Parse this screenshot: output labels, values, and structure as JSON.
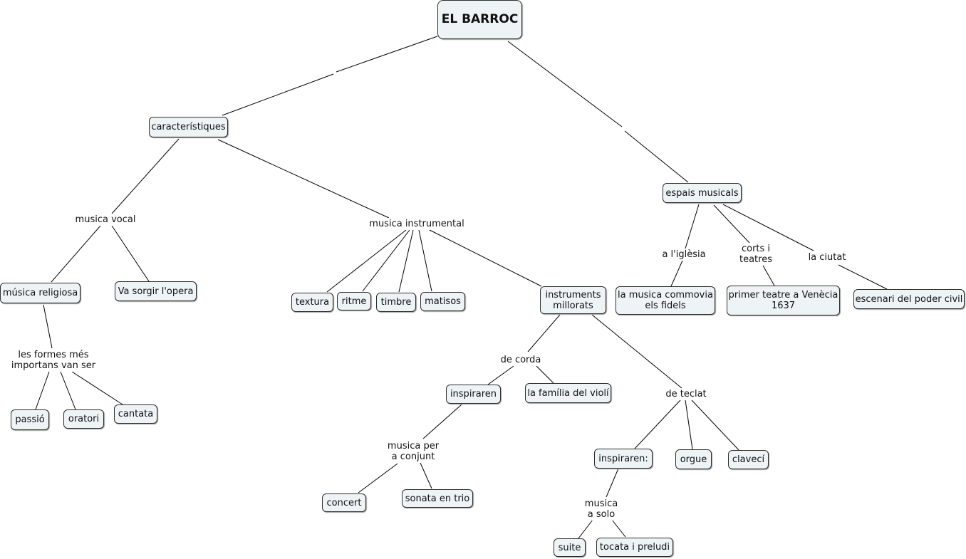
{
  "map": {
    "root": "EL BARROC",
    "caracteristiques": "característiques",
    "espais": "espais musicals",
    "musica_vocal": "musica vocal",
    "musica_instrumental": "musica instrumental",
    "musica_religiosa": "música religiosa",
    "opera": "Va sorgir l'opera",
    "formes": "les formes més\nimportans van ser",
    "passio": "passió",
    "oratori": "oratori",
    "cantata": "cantata",
    "textura": "textura",
    "ritme": "ritme",
    "timbre": "timbre",
    "matisos": "matisos",
    "instruments": "instruments\nmillorats",
    "de_corda": "de corda",
    "inspiraren_1": "inspiraren",
    "familia_violi": "la família del violí",
    "musica_conjunt": "musica per\na conjunt",
    "concert": "concert",
    "sonata": "sonata en trio",
    "de_teclat": "de teclat",
    "inspiraren_2": "inspiraren:",
    "orgue": "orgue",
    "claveci": "clavecí",
    "musica_solo": "musica\na solo",
    "suite": "suite",
    "tocata": "tocata i preludi",
    "a_iglesia": "a l'iglèsia",
    "corts": "corts i\nteatres",
    "la_ciutat": "la ciutat",
    "musica_commovia": "la musica commovia\nels fidels",
    "teatre_venecia": "primer teatre a Venècia\n1637",
    "escenari": "escenari del poder civil"
  }
}
